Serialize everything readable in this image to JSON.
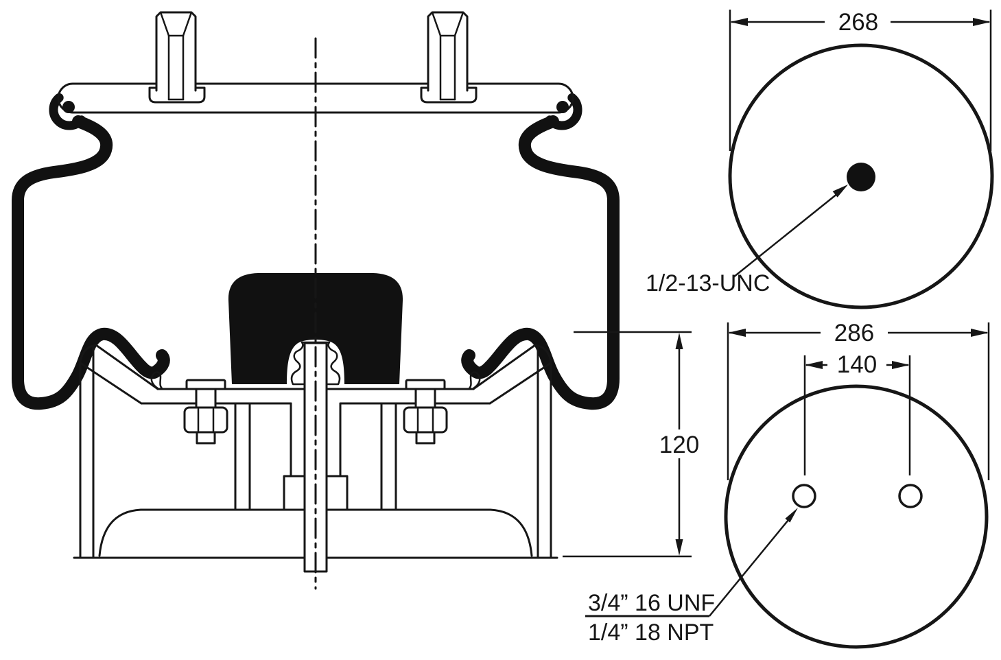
{
  "drawing": {
    "front_view": {
      "height_dim": "120"
    },
    "top_view": {
      "diameter_dim": "268",
      "stud_thread_label": "1/2-13-UNC"
    },
    "bottom_view": {
      "diameter_dim": "286",
      "spacing_dim": "140",
      "fitting_label_top": "3/4” 16 UNF",
      "fitting_label_bottom": "1/4” 18 NPT"
    },
    "colors": {
      "ink": "#161616",
      "rubber": "#111111",
      "background": "#ffffff"
    }
  }
}
